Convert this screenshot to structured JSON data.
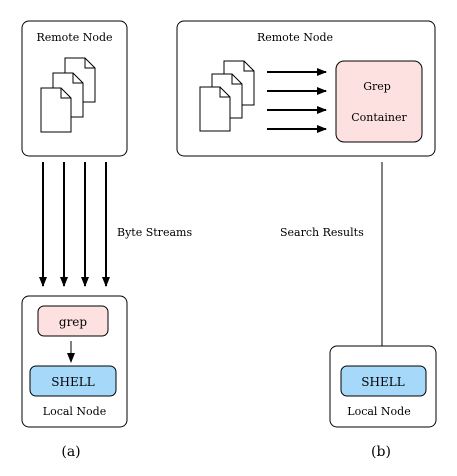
{
  "panel_a": {
    "remote_label": "Remote Node",
    "byte_streams_label": "Byte Streams",
    "grep_label": "grep",
    "shell_label": "SHELL",
    "local_label": "Local Node",
    "caption": "(a)"
  },
  "panel_b": {
    "remote_label": "Remote Node",
    "container_line1": "Grep",
    "container_line2": "Container",
    "results_label": "Search Results",
    "shell_label": "SHELL",
    "local_label": "Local Node",
    "caption": "(b)"
  },
  "colors": {
    "grep_fill": "#fde1e1",
    "shell_fill": "#a6d8f9",
    "stroke": "#000000"
  }
}
